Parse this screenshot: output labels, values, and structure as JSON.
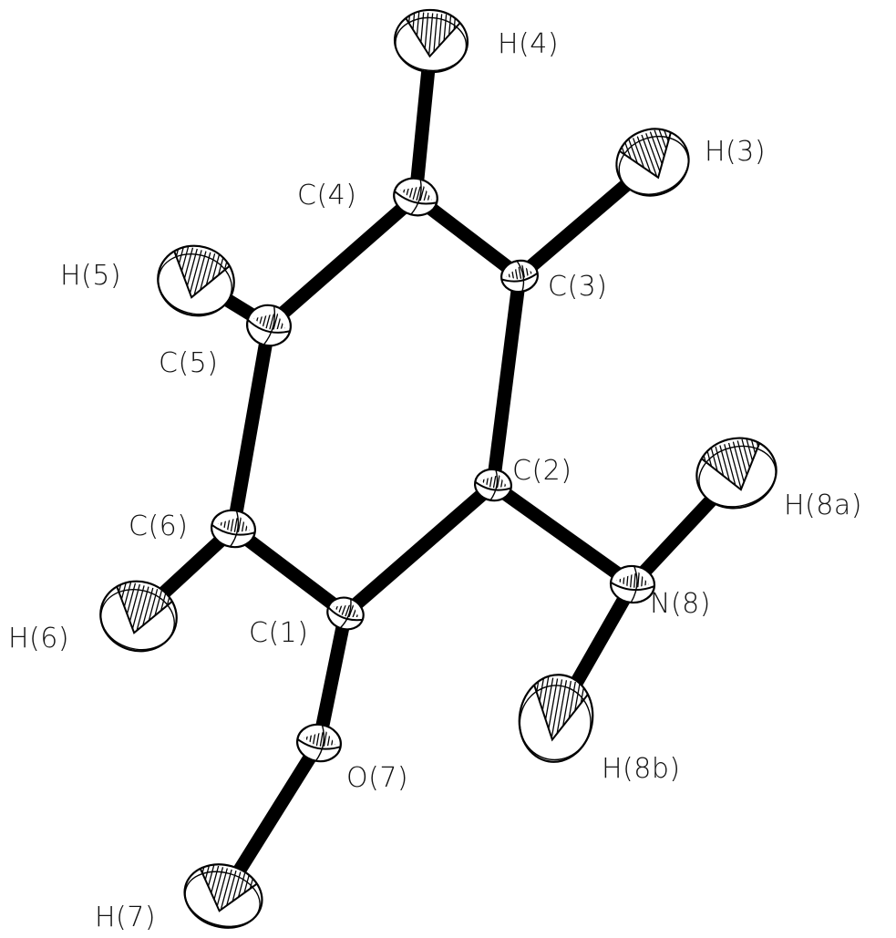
{
  "atoms": [
    {
      "id": "C1",
      "label": "C(1)",
      "element": "C"
    },
    {
      "id": "C2",
      "label": "C(2)",
      "element": "C"
    },
    {
      "id": "C3",
      "label": "C(3)",
      "element": "C"
    },
    {
      "id": "C4",
      "label": "C(4)",
      "element": "C"
    },
    {
      "id": "C5",
      "label": "C(5)",
      "element": "C"
    },
    {
      "id": "C6",
      "label": "C(6)",
      "element": "C"
    },
    {
      "id": "O7",
      "label": "O(7)",
      "element": "O"
    },
    {
      "id": "N8",
      "label": "N(8)",
      "element": "N"
    },
    {
      "id": "H3",
      "label": "H(3)",
      "element": "H"
    },
    {
      "id": "H4",
      "label": "H(4)",
      "element": "H"
    },
    {
      "id": "H5",
      "label": "H(5)",
      "element": "H"
    },
    {
      "id": "H6",
      "label": "H(6)",
      "element": "H"
    },
    {
      "id": "H7",
      "label": "H(7)",
      "element": "H"
    },
    {
      "id": "H8a",
      "label": "H(8a)",
      "element": "H"
    },
    {
      "id": "H8b",
      "label": "H(8b)",
      "element": "H"
    }
  ],
  "bonds": [
    [
      "C1",
      "C2"
    ],
    [
      "C2",
      "C3"
    ],
    [
      "C3",
      "C4"
    ],
    [
      "C4",
      "C5"
    ],
    [
      "C5",
      "C6"
    ],
    [
      "C6",
      "C1"
    ],
    [
      "C1",
      "O7"
    ],
    [
      "O7",
      "H7"
    ],
    [
      "C2",
      "N8"
    ],
    [
      "N8",
      "H8a"
    ],
    [
      "N8",
      "H8b"
    ],
    [
      "C3",
      "H3"
    ],
    [
      "C4",
      "H4"
    ],
    [
      "C5",
      "H5"
    ],
    [
      "C6",
      "H6"
    ]
  ],
  "colors": {
    "ink": "#000000",
    "background": "#ffffff"
  }
}
